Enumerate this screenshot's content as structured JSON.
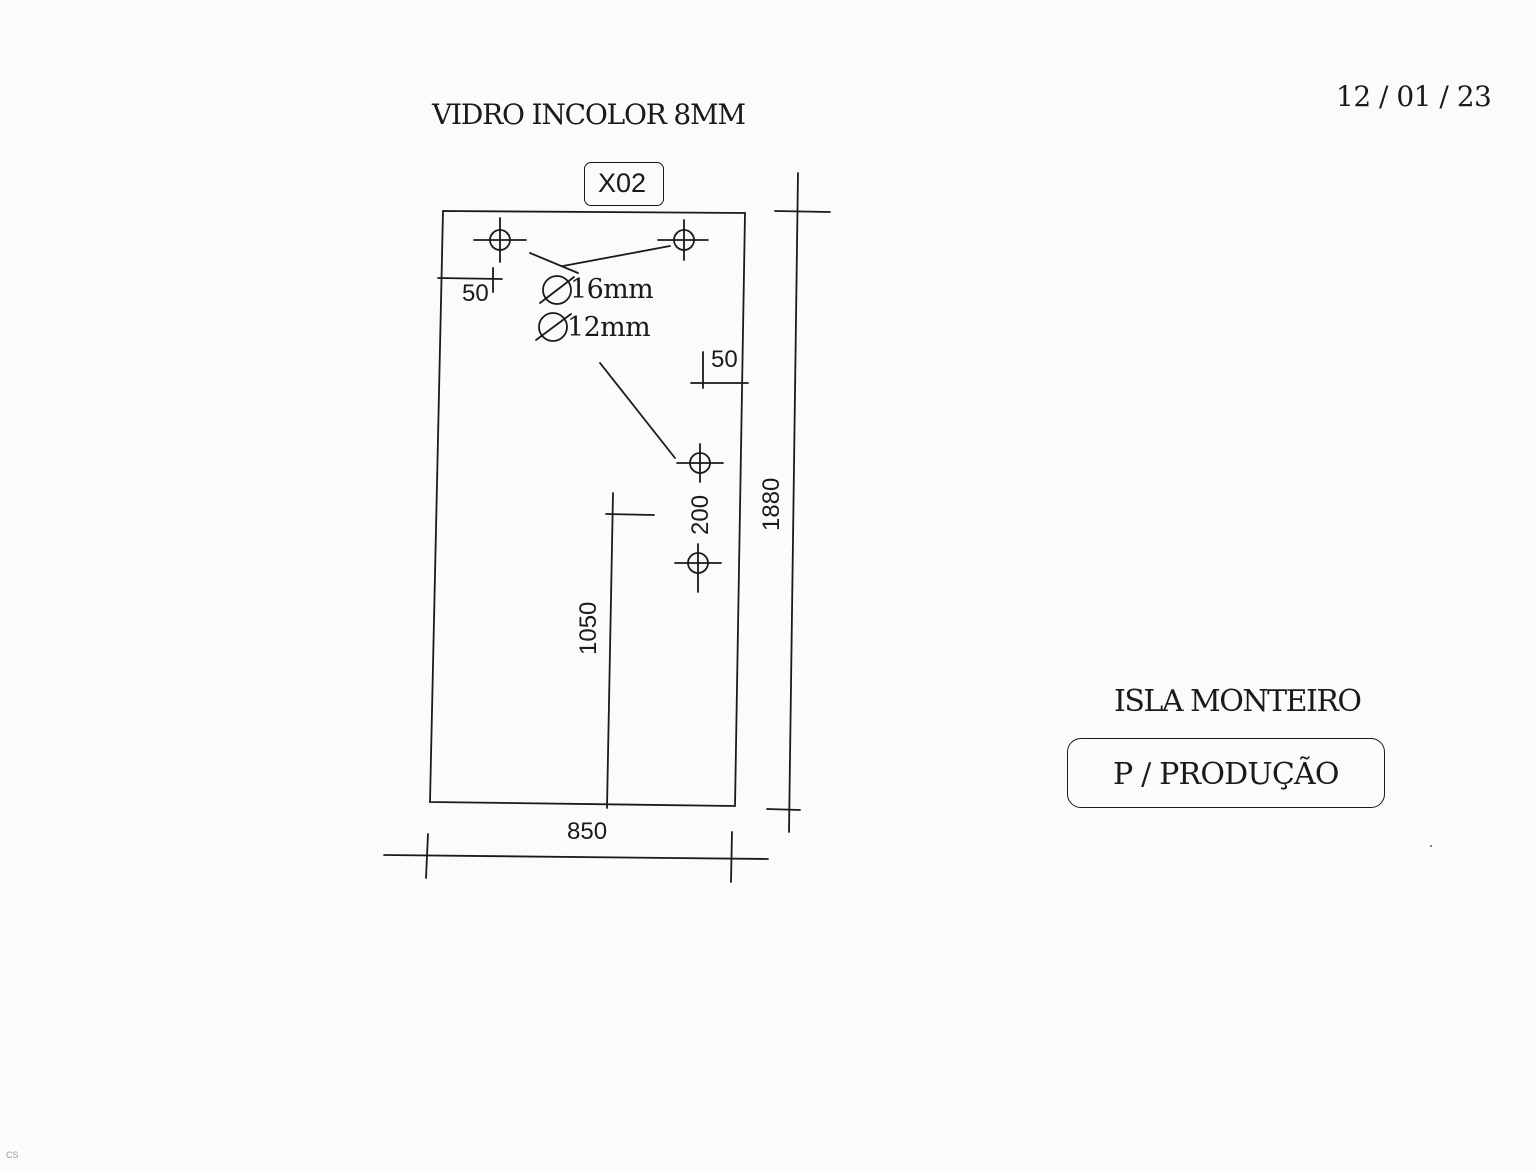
{
  "header": {
    "title": "VIDRO INCOLOR  8MM",
    "date": "12 / 01 / 23"
  },
  "piece": {
    "id": "X02",
    "hole_large": "16mm",
    "hole_small": "12mm"
  },
  "dimensions": {
    "top_offset": "50",
    "right_offset": "50",
    "width": "850",
    "height": "1880",
    "handle_height": "1050",
    "hole_spacing": "200"
  },
  "client": {
    "name": "ISLA MONTEIRO",
    "stamp": "P / PRODUÇÃO"
  },
  "footer": {
    "scanner_mark": "CS"
  }
}
